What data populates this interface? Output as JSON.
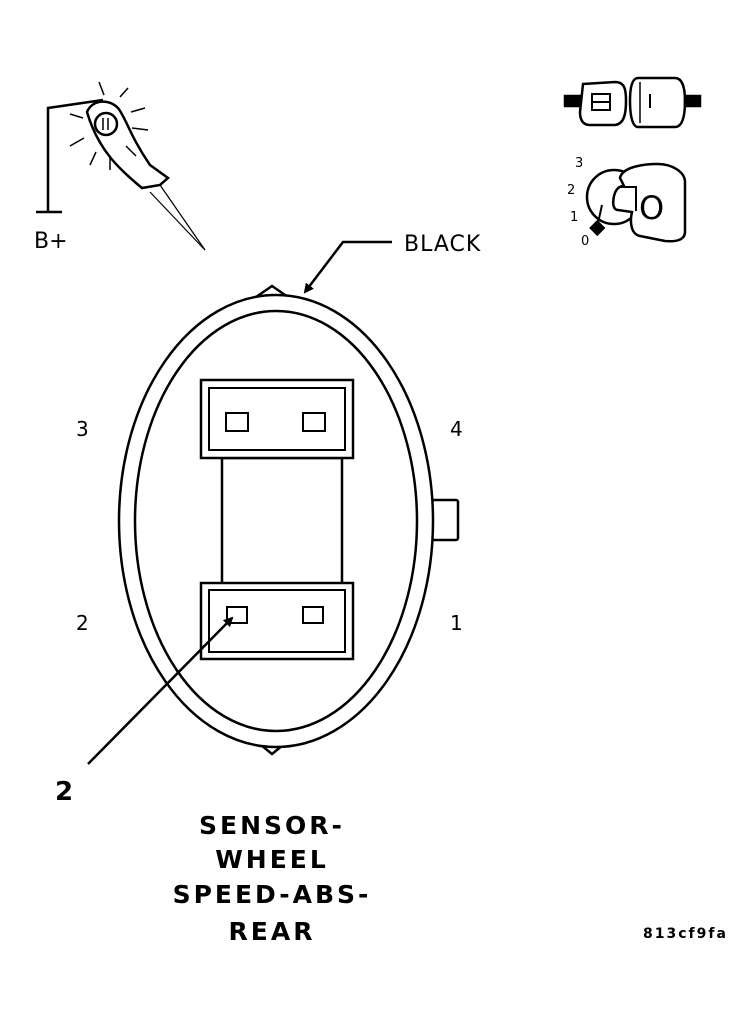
{
  "labels": {
    "b_plus": "B+",
    "black": "BLACK",
    "callout_number": "2",
    "pin_1": "1",
    "pin_2": "2",
    "pin_3": "3",
    "pin_4": "4",
    "ignition_3": "3",
    "ignition_2": "2",
    "ignition_1": "1",
    "ignition_0": "0",
    "ignition_key_letter": "O"
  },
  "title": {
    "line1": "SENSOR-",
    "line2": "WHEEL",
    "line3": "SPEED-ABS-",
    "line4": "REAR"
  },
  "figure_code": "813cf9fa",
  "icons": {
    "test_light": "test-light-icon",
    "connector": "disconnected-connector-icon",
    "ignition": "ignition-key-off-icon"
  }
}
